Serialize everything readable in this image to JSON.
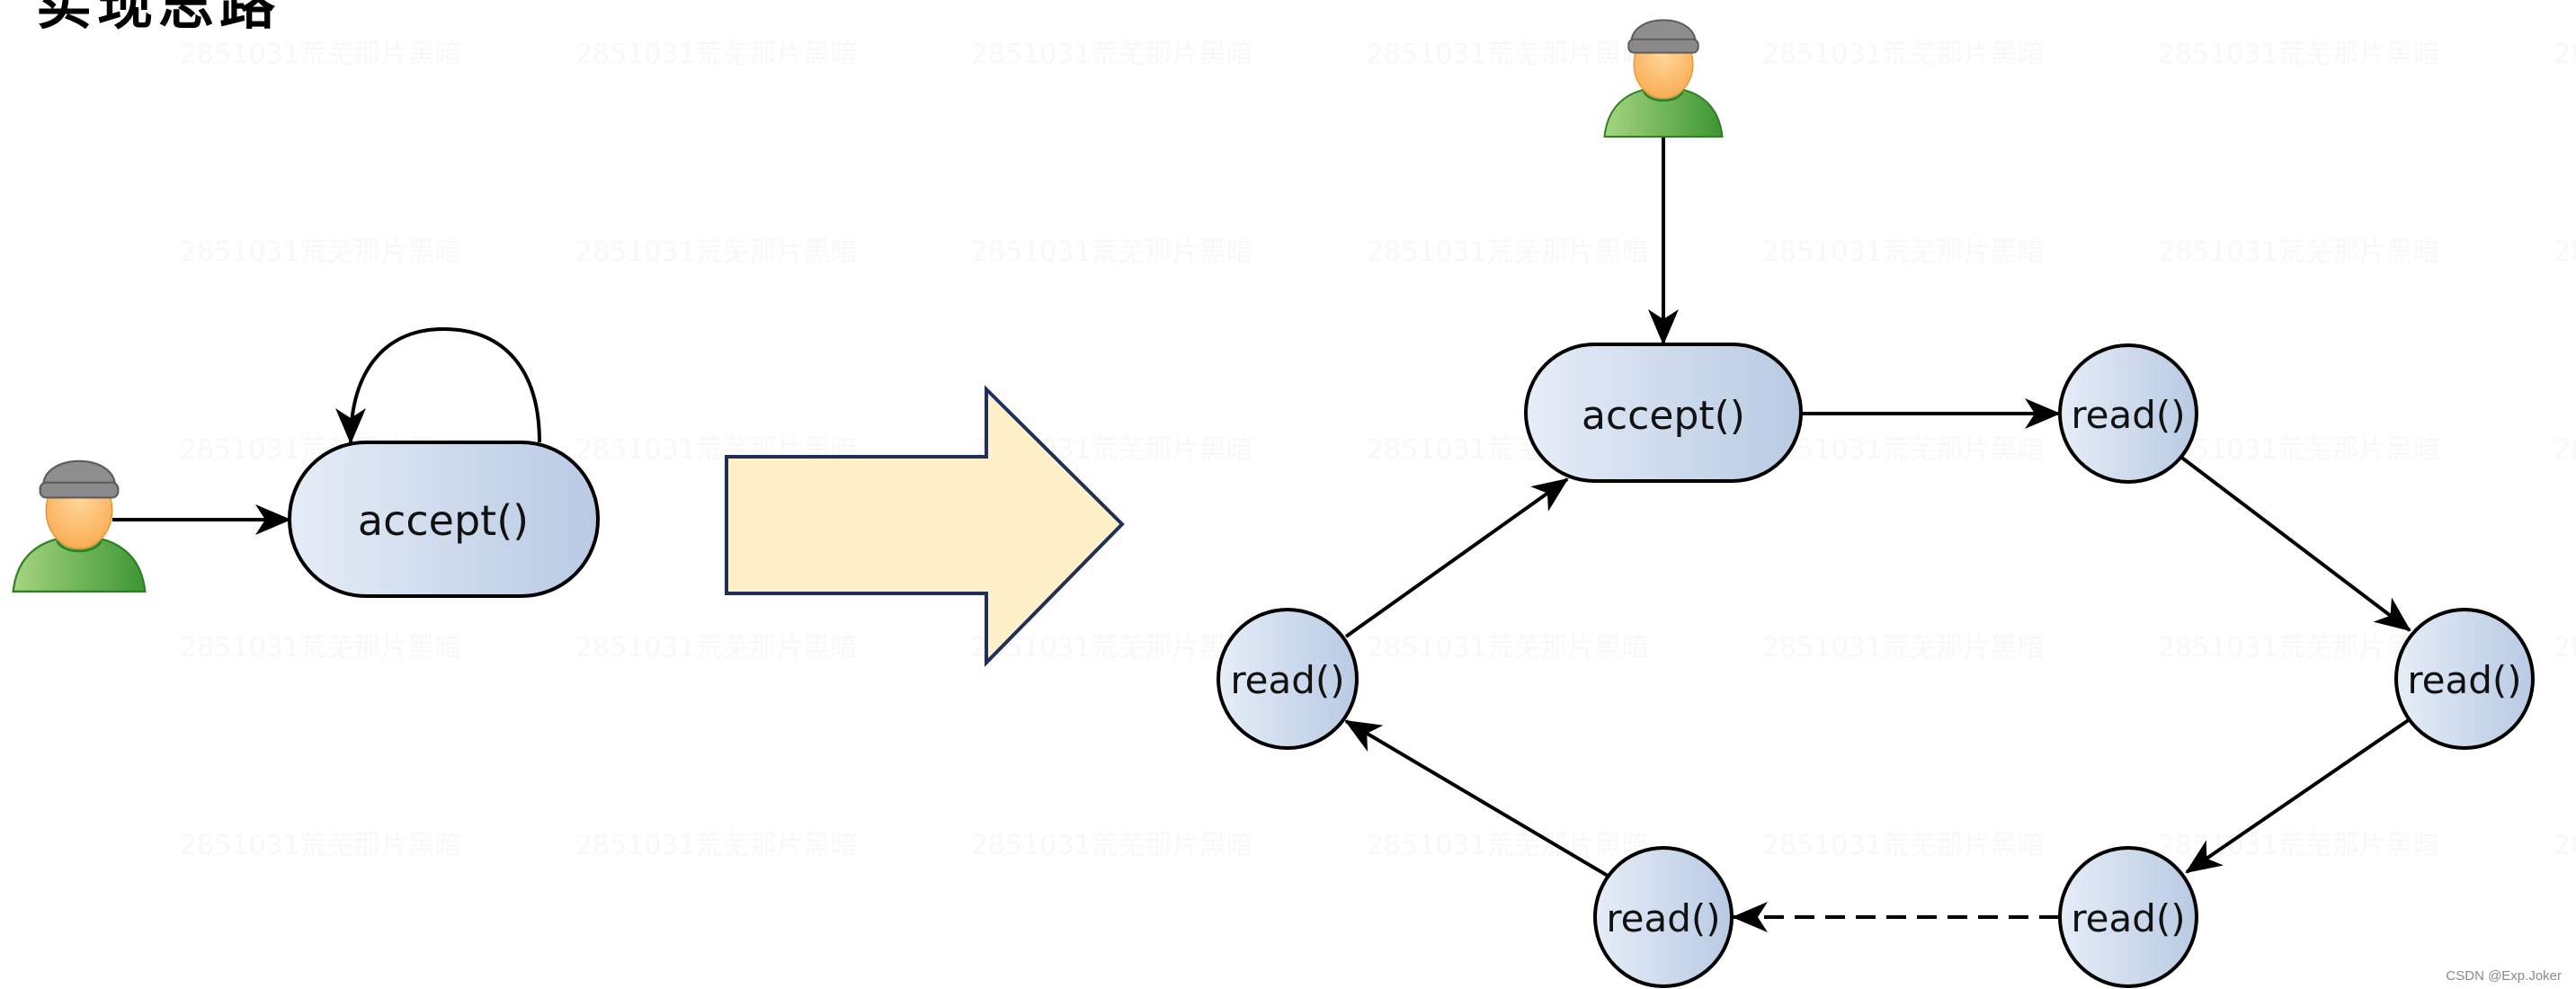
{
  "page": {
    "cropped_heading": "实现思路",
    "watermark_text": "2851031荒芜那片黑暗",
    "credit": "CSDN @Exp.Joker"
  },
  "colors": {
    "node_fill_light": "#e3ebf6",
    "node_fill_dark": "#b9cbe4",
    "node_stroke": "#000000",
    "big_arrow_fill": "#fff0c8",
    "big_arrow_stroke": "#1f2f5a",
    "hat": "#8c8c8c",
    "face": "#ffbe6e",
    "shirt_light": "#9fd07a",
    "shirt_dark": "#3f9a35"
  },
  "left_diagram": {
    "accept_node": {
      "label": "accept()"
    },
    "edges": [
      {
        "from": "user",
        "to": "accept()",
        "style": "solid"
      },
      {
        "from": "accept()",
        "to": "accept()",
        "style": "solid",
        "kind": "self-loop"
      }
    ]
  },
  "transition_arrow": {
    "meaning": "transforms-to"
  },
  "right_diagram": {
    "nodes": [
      {
        "id": "accept",
        "label": "accept()",
        "shape": "stadium"
      },
      {
        "id": "read_tr",
        "label": "read()",
        "shape": "circle"
      },
      {
        "id": "read_r",
        "label": "read()",
        "shape": "circle"
      },
      {
        "id": "read_br",
        "label": "read()",
        "shape": "circle"
      },
      {
        "id": "read_bl",
        "label": "read()",
        "shape": "circle"
      },
      {
        "id": "read_l",
        "label": "read()",
        "shape": "circle"
      }
    ],
    "edges": [
      {
        "from": "user",
        "to": "accept",
        "style": "solid"
      },
      {
        "from": "accept",
        "to": "read_tr",
        "style": "solid"
      },
      {
        "from": "read_tr",
        "to": "read_r",
        "style": "solid"
      },
      {
        "from": "read_r",
        "to": "read_br",
        "style": "solid"
      },
      {
        "from": "read_br",
        "to": "read_bl",
        "style": "dashed"
      },
      {
        "from": "read_bl",
        "to": "read_l",
        "style": "solid"
      },
      {
        "from": "read_l",
        "to": "accept",
        "style": "solid"
      }
    ]
  }
}
